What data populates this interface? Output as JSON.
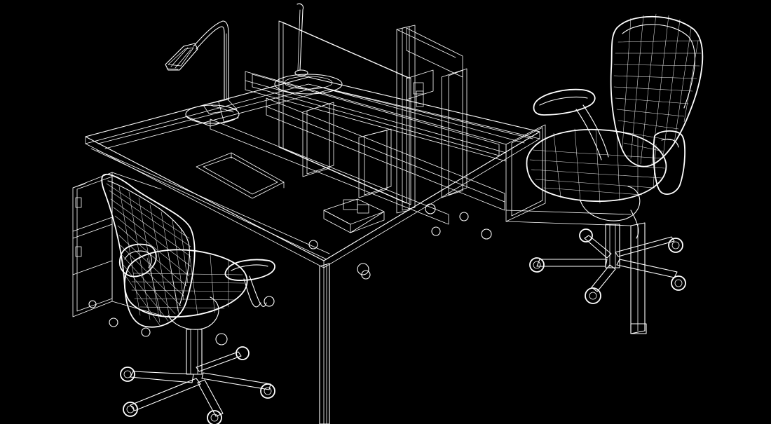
{
  "scene": {
    "background_color": "#000000",
    "line_color": "#ffffff",
    "style": "wireframe",
    "objects": [
      "desk-lamp",
      "monitor",
      "desk",
      "divider-screen",
      "office-chair-left",
      "office-chair-right",
      "drawer-pedestal"
    ]
  }
}
